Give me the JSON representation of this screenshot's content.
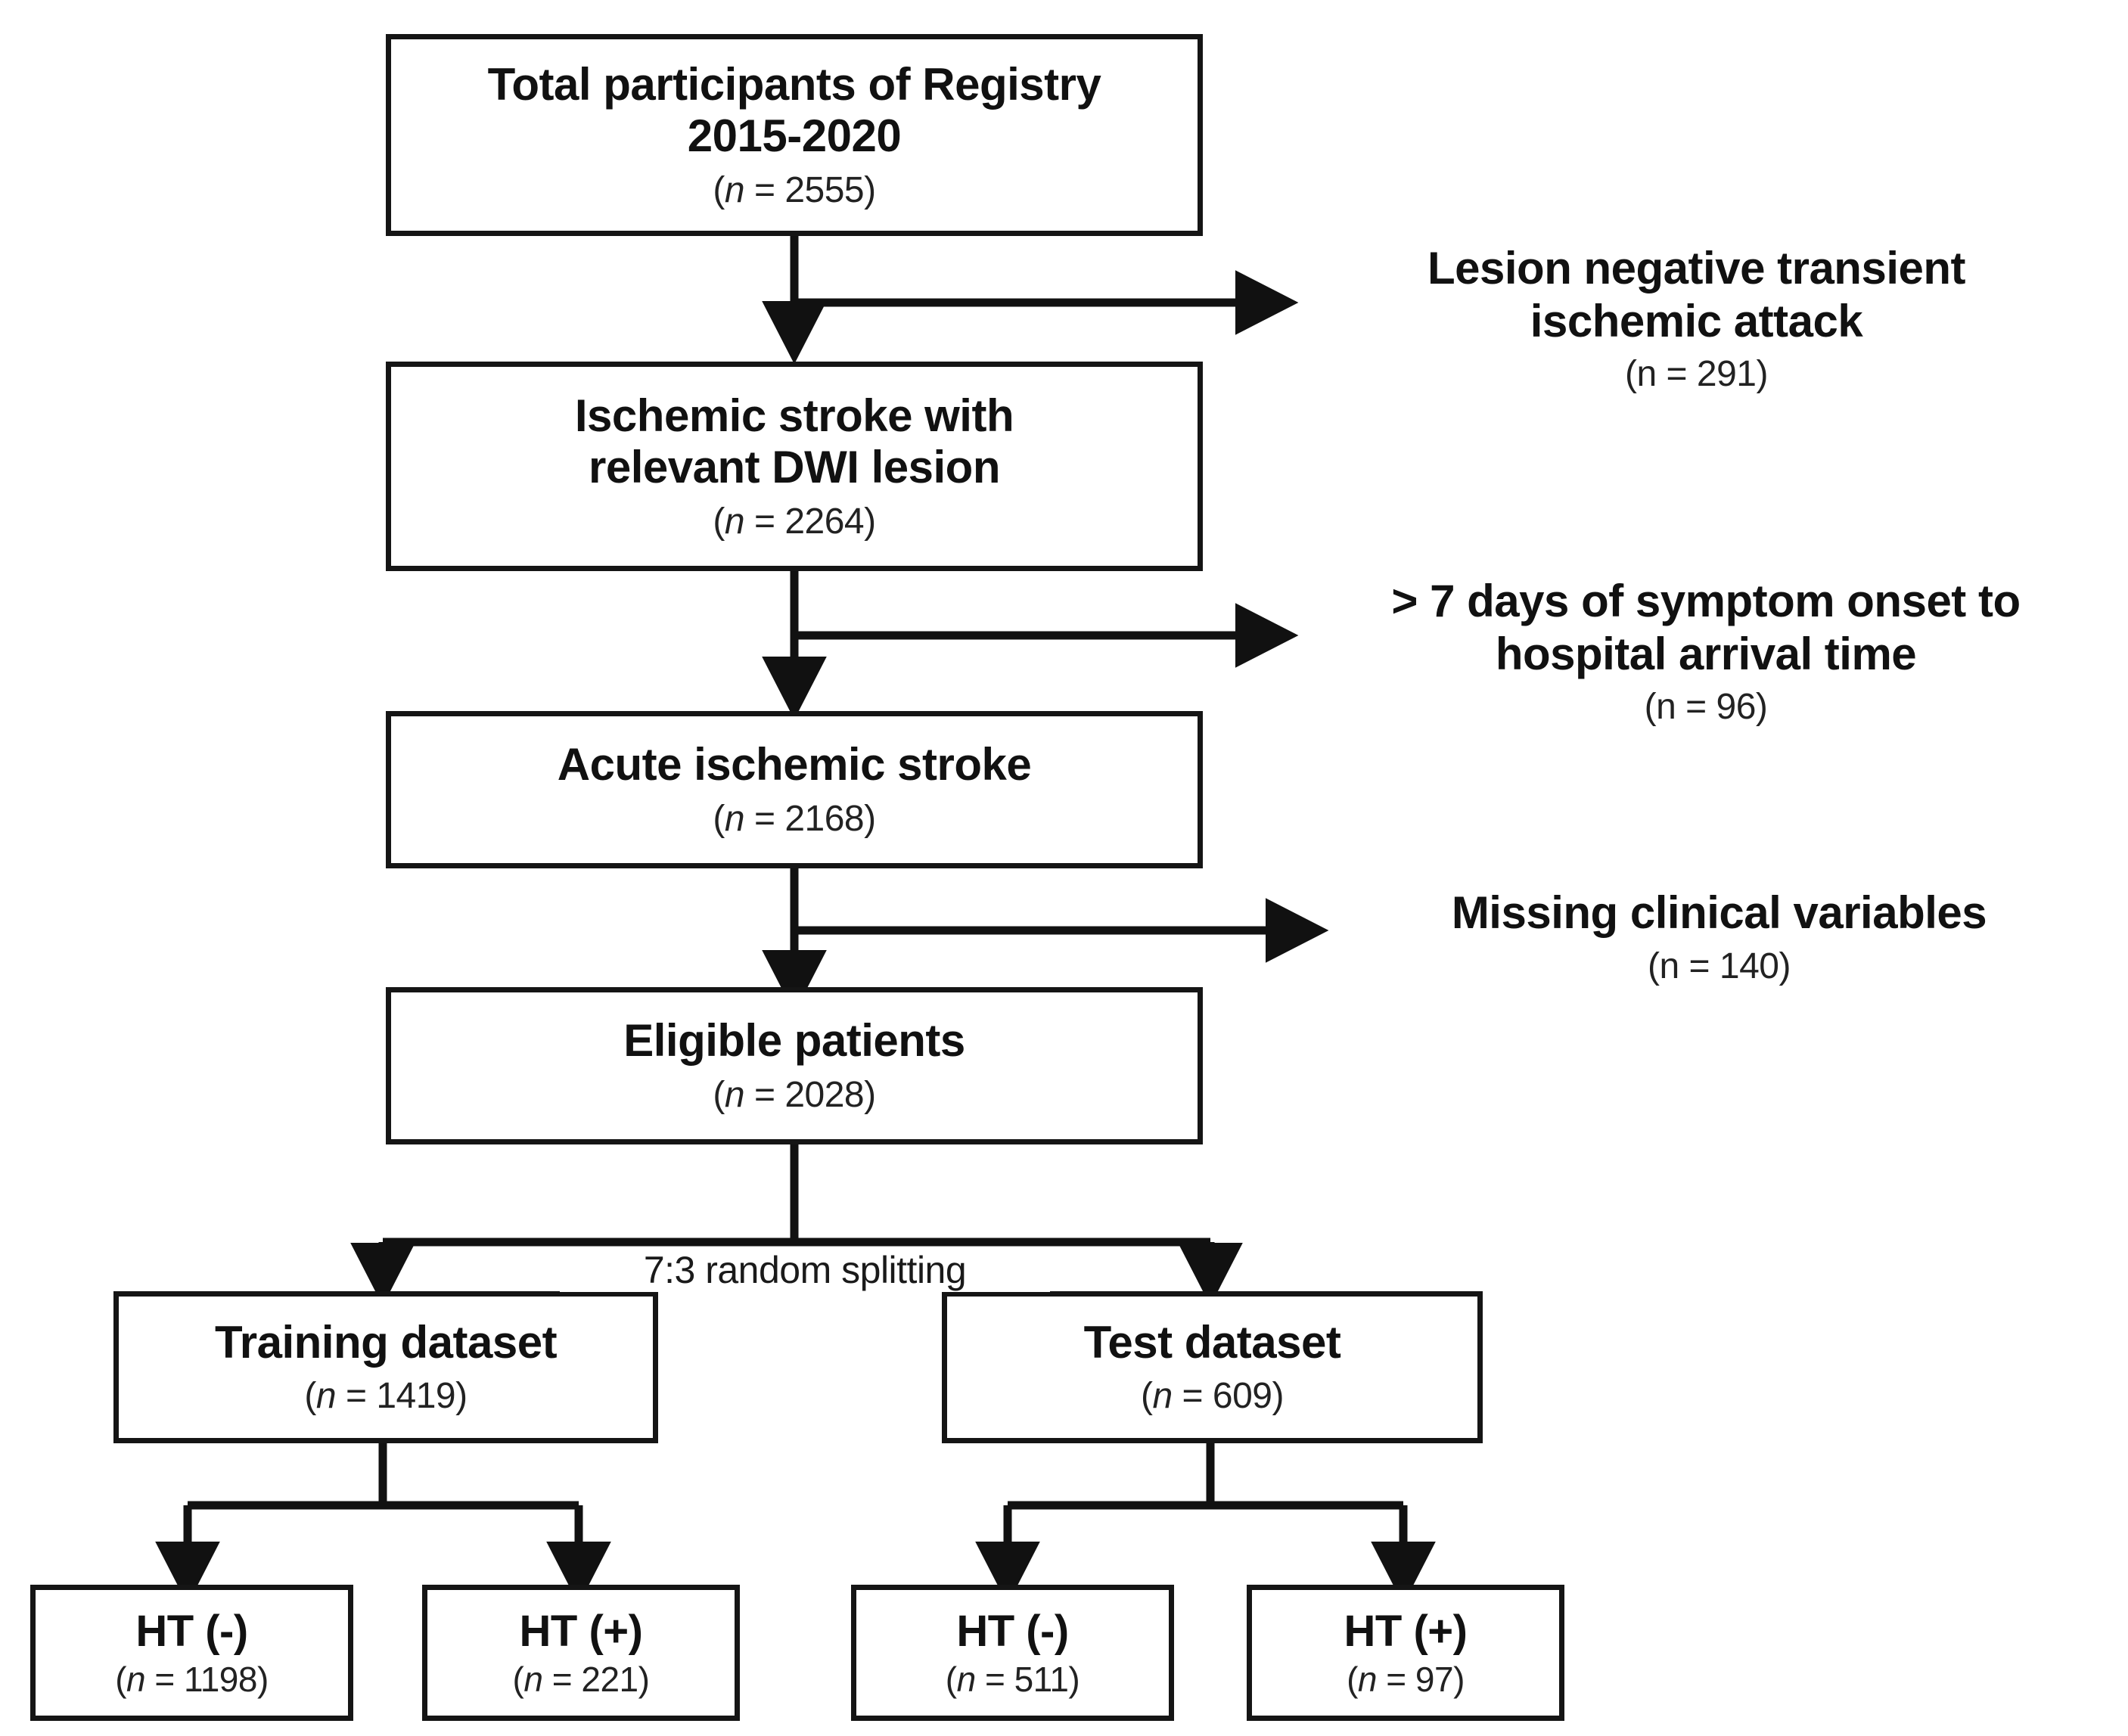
{
  "diagram": {
    "type": "patient-selection-flowchart",
    "title_visible": false,
    "colors": {
      "box_border": "#151515",
      "text": "#111111",
      "background": "#ffffff",
      "connector": "#111111"
    },
    "nodes": [
      {
        "id": "total-participants",
        "title": "Total participants of Registry\n2015-2020",
        "count_prefix": "(",
        "count_italic": "n",
        "count_suffix": " = 2555)",
        "count": 2555,
        "count_text": "(n = 2555)"
      },
      {
        "id": "ischemic-stroke-dwi",
        "title": "Ischemic stroke with\nrelevant DWI lesion",
        "count": 2264,
        "count_text": "(n = 2264)"
      },
      {
        "id": "acute-ischemic-stroke",
        "title": "Acute ischemic stroke",
        "count": 2168,
        "count_text": "(n = 2168)"
      },
      {
        "id": "eligible-patients",
        "title": "Eligible patients",
        "count": 2028,
        "count_text": "(n = 2028)"
      },
      {
        "id": "training-dataset",
        "title": "Training dataset",
        "count": 1419,
        "count_text": "(n = 1419)"
      },
      {
        "id": "test-dataset",
        "title": "Test dataset",
        "count": 609,
        "count_text": "(n = 609)"
      },
      {
        "id": "training-ht-negative",
        "title": "HT (-)",
        "count": 1198,
        "count_text": "(n = 1198)"
      },
      {
        "id": "training-ht-positive",
        "title": "HT (+)",
        "count": 221,
        "count_text": "(n = 221)"
      },
      {
        "id": "test-ht-negative",
        "title": "HT (-)",
        "count": 511,
        "count_text": "(n = 511)"
      },
      {
        "id": "test-ht-positive",
        "title": "HT (+)",
        "count": 97,
        "count_text": "(n = 97)"
      }
    ],
    "exclusions": [
      {
        "id": "exclusion-tia",
        "title": "Lesion negative transient\nischemic attack",
        "count": 291,
        "count_text": "(n = 291)"
      },
      {
        "id": "exclusion-late-arrival",
        "title": "> 7 days of symptom onset to\nhospital arrival time",
        "count": 96,
        "count_text": "(n = 96)"
      },
      {
        "id": "exclusion-missing-vars",
        "title": "Missing clinical variables",
        "count": 140,
        "count_text": "(n = 140)"
      }
    ],
    "annotations": [
      {
        "id": "split-ratio",
        "text": "7:3 random splitting"
      }
    ]
  }
}
